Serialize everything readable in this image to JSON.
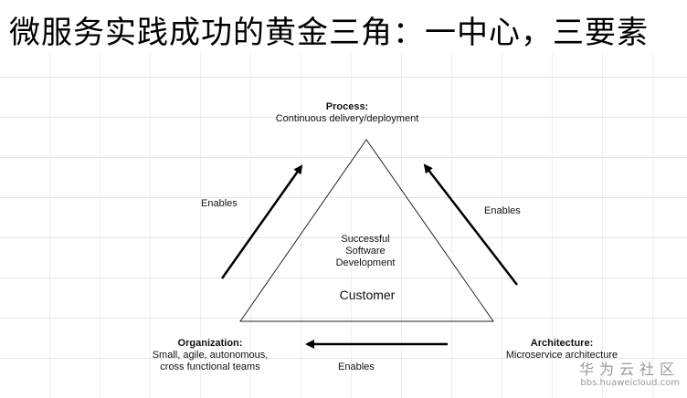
{
  "slide": {
    "title": "微服务实践成功的黄金三角：一中心，三要素"
  },
  "diagram": {
    "process": {
      "heading": "Process:",
      "detail": "Continuous delivery/deployment"
    },
    "organization": {
      "heading": "Organization:",
      "line1": "Small, agile, autonomous,",
      "line2": "cross functional teams"
    },
    "architecture": {
      "heading": "Architecture:",
      "detail": "Microservice architecture"
    },
    "center": {
      "line1": "Successful",
      "line2": "Software",
      "line3": "Development",
      "customer": "Customer"
    },
    "edges": {
      "left": "Enables",
      "right": "Enables",
      "bottom": "Enables"
    }
  },
  "watermark": {
    "name": "华为云社区",
    "url": "bbs.huaweicloud.com"
  }
}
